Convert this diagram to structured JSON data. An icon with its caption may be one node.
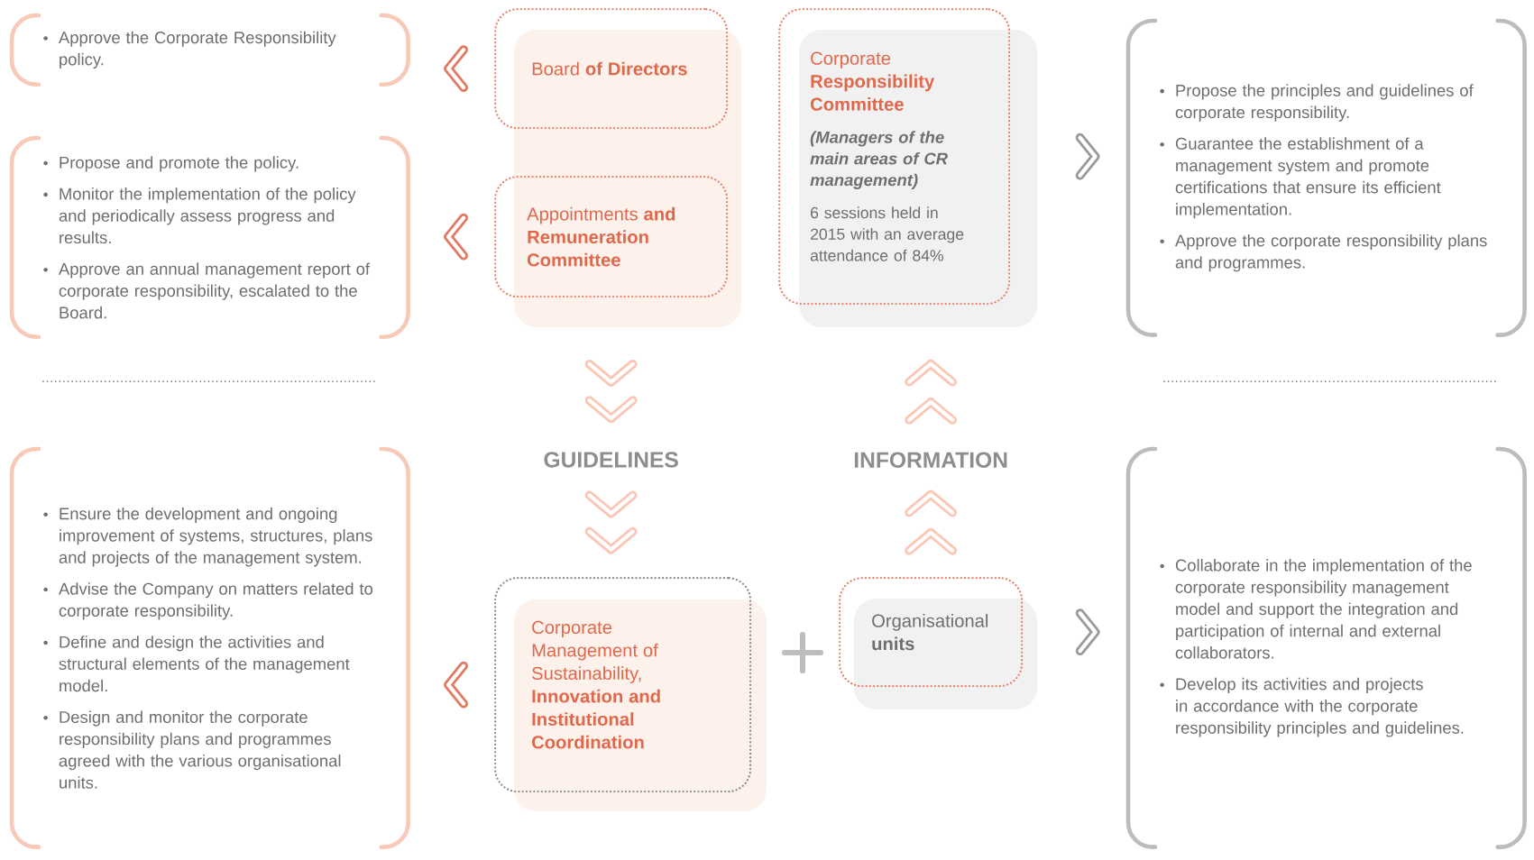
{
  "diagram": {
    "nodes": [
      {
        "text": [
          "Board **of Directors**"
        ]
      },
      {
        "text": [
          "Appointments **and Remuneration Committee**"
        ]
      },
      {
        "text": [
          "Corporate **Responsibility Committee**",
          "(Managers of the main areas of CR management)",
          "6 sessions held in 2015 with an average attendance of 84%"
        ]
      },
      {
        "text": [
          "Corporate Management of Sustainability, **Innovation and Institutional Coordination**"
        ]
      },
      {
        "text": [
          "Organisational **units**"
        ]
      },
      {
        "text": [
          "Approve the Corporate Responsibility policy."
        ]
      },
      {
        "text": [
          "Propose and promote the policy.",
          "Monitor the implementation of the policy and periodically assess progress and results.",
          "Approve an annual management report of corporate responsibility, escalated to the Board."
        ]
      },
      {
        "text": [
          "Propose the principles and guidelines of corporate responsibility.",
          "Guarantee the establishment of a management system and promote certifications that ensure its efficient implementation.",
          "Approve the corporate responsibility plans and programmes."
        ]
      },
      {
        "text": [
          "Ensure the development and ongoing improvement of systems, structures, plans and projects of the management system.",
          "Advise the Company on matters related to corporate responsibility.",
          "Define and design the activities and structural elements of the management model.",
          "Design and monitor the corporate responsibility plans and programmes agreed with the various organisational units."
        ]
      },
      {
        "text": [
          "Collaborate in the implementation of the corporate responsibility management model and support the integration and participation of internal and external collaborators.",
          "Develop its activities and projects in accordance with the corporate responsibility principles and guidelines."
        ]
      }
    ],
    "edges": [
      {
        "from": 0,
        "to": 5,
        "arrow": "to"
      },
      {
        "from": 1,
        "to": 6,
        "arrow": "to"
      },
      {
        "from": 3,
        "to": 8,
        "arrow": "to"
      },
      {
        "from": 2,
        "to": 7,
        "arrow": "to",
        "color": "#9a9a9a"
      },
      {
        "from": 4,
        "to": 9,
        "arrow": "to",
        "color": "#9a9a9a"
      },
      {
        "from": 1,
        "to": 3,
        "arrow": "to",
        "label": "GUIDELINES",
        "color": "#fbc6b4"
      },
      {
        "from": 4,
        "to": 2,
        "arrow": "to",
        "label": "INFORMATION",
        "color": "#fbc6b4"
      }
    ]
  }
}
